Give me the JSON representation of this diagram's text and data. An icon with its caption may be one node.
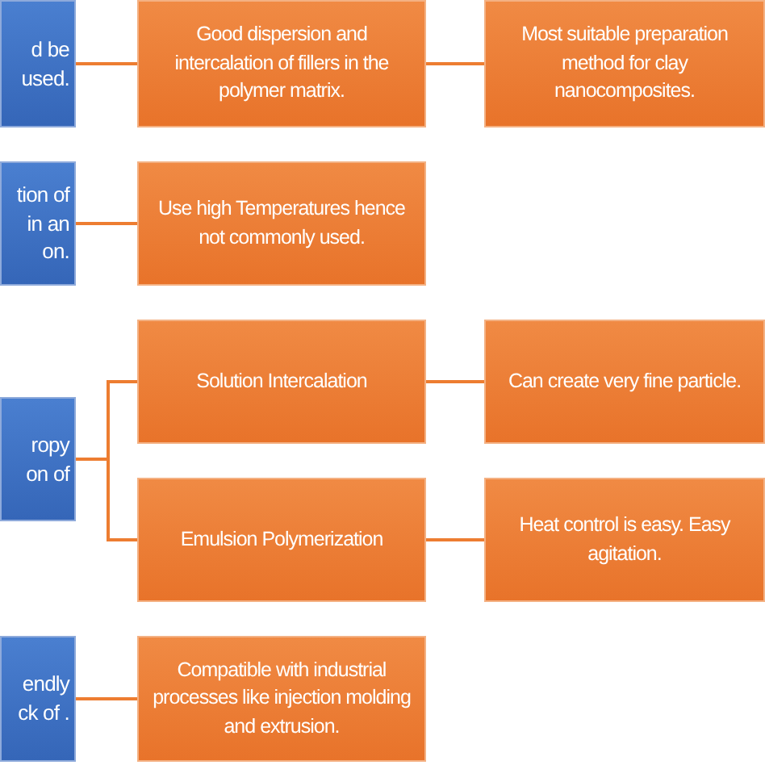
{
  "diagram": {
    "nodes": [
      {
        "text": [
          "d be used."
        ]
      },
      {
        "text": [
          "Good dispersion and intercalation of fillers in the polymer matrix."
        ]
      },
      {
        "text": [
          "Most suitable preparation method for clay nanocomposites."
        ]
      },
      {
        "text": [
          "tion of in an on."
        ]
      },
      {
        "text": [
          "Use high Temperatures hence not commonly used."
        ]
      },
      {
        "text": [
          "ropy on of"
        ]
      },
      {
        "text": [
          "Solution Intercalation"
        ]
      },
      {
        "text": [
          "Can create very fine particle."
        ]
      },
      {
        "text": [
          "Emulsion Polymerization"
        ]
      },
      {
        "text": [
          "Heat control is easy. Easy agitation."
        ]
      },
      {
        "text": [
          "endly ck of ."
        ]
      },
      {
        "text": [
          "Compatible with industrial processes like injection molding and extrusion."
        ]
      }
    ],
    "edges": [
      {
        "from": 0,
        "to": 1,
        "arrow": "none"
      },
      {
        "from": 1,
        "to": 2,
        "arrow": "none"
      },
      {
        "from": 3,
        "to": 4,
        "arrow": "none"
      },
      {
        "from": 5,
        "to": 6,
        "arrow": "none"
      },
      {
        "from": 5,
        "to": 8,
        "arrow": "none"
      },
      {
        "from": 6,
        "to": 7,
        "arrow": "none"
      },
      {
        "from": 8,
        "to": 9,
        "arrow": "none"
      },
      {
        "from": 10,
        "to": 11,
        "arrow": "none"
      }
    ]
  }
}
